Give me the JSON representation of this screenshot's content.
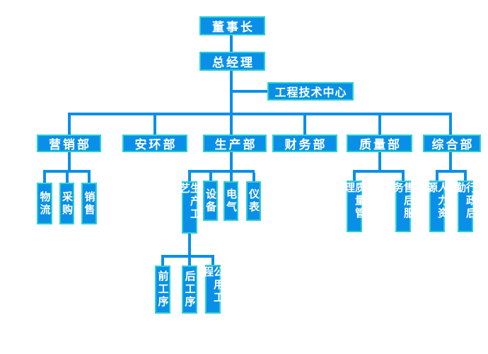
{
  "org": {
    "type": "org-chart",
    "palette": {
      "box_fill": "#0a8fe9",
      "box_border": "#2bd1cd",
      "line": "#0a8fe9",
      "text": "#ffffff",
      "background": "#ffffff"
    },
    "nodes": {
      "chairman": {
        "label": "董事长"
      },
      "general_manager": {
        "label": "总经理"
      },
      "engineering_center": {
        "label": "工程技术中心"
      },
      "marketing": {
        "label": "营销部"
      },
      "safety_environment": {
        "label": "安环部"
      },
      "production": {
        "label": "生产部"
      },
      "finance": {
        "label": "财务部"
      },
      "quality": {
        "label": "质量部"
      },
      "general_affairs": {
        "label": "综合部"
      },
      "logistics": {
        "label": "物流"
      },
      "procurement": {
        "label": "采购"
      },
      "sales": {
        "label": "销售"
      },
      "production_process": {
        "label": "生产工艺"
      },
      "equipment": {
        "label": "设备"
      },
      "electrical": {
        "label": "电气"
      },
      "instrument": {
        "label": "仪表"
      },
      "front_process": {
        "label": "前工序"
      },
      "back_process": {
        "label": "后工序"
      },
      "utility_engineering": {
        "label": "公用工程"
      },
      "quality_management": {
        "label": "质量管理"
      },
      "after_sales_service": {
        "label": "售后服务"
      },
      "human_resources": {
        "label": "人力资源"
      },
      "admin_logistics": {
        "label": "行政后勤"
      }
    },
    "structure": {
      "董事长": [
        "总经理"
      ],
      "总经理": [
        "工程技术中心",
        "营销部",
        "安环部",
        "生产部",
        "财务部",
        "质量部",
        "综合部"
      ],
      "营销部": [
        "物流",
        "采购",
        "销售"
      ],
      "生产部": [
        "生产工艺",
        "设备",
        "电气",
        "仪表"
      ],
      "生产工艺": [
        "前工序",
        "后工序",
        "公用工程"
      ],
      "质量部": [
        "质量管理",
        "售后服务"
      ],
      "综合部": [
        "人力资源",
        "行政后勤"
      ]
    }
  }
}
